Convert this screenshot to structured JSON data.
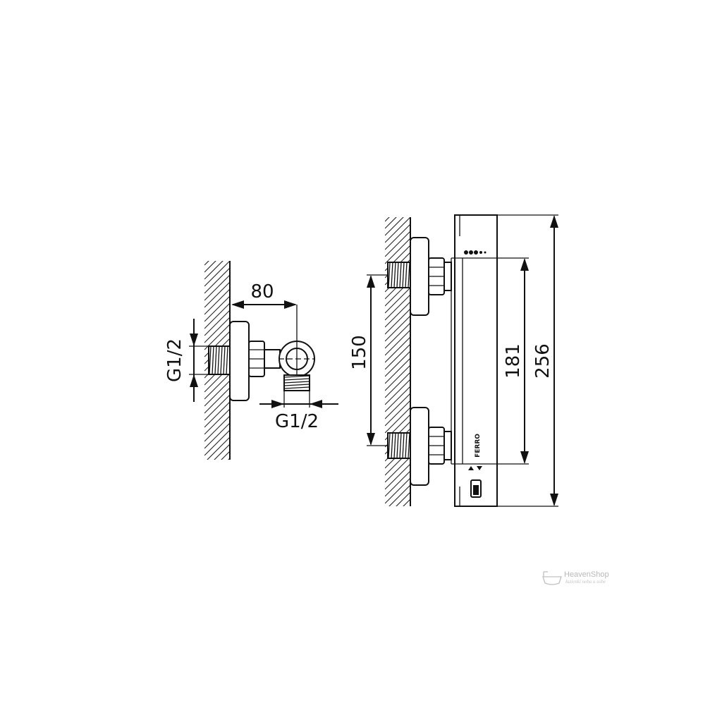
{
  "side_view": {
    "dimension_depth": "80",
    "dimension_inlet_thread": "G1/2",
    "dimension_outlet_thread": "G1/2"
  },
  "front_view": {
    "dimension_inlet_spacing": "150",
    "dimension_body_height": "181",
    "dimension_total_height": "256",
    "brand_label": "FERRO"
  },
  "watermark": {
    "title": "HeavenShop",
    "subtitle": "łazienki neba u sobe"
  },
  "colors": {
    "line": "#111111",
    "background": "#ffffff",
    "watermark": "#b8b8b8"
  }
}
